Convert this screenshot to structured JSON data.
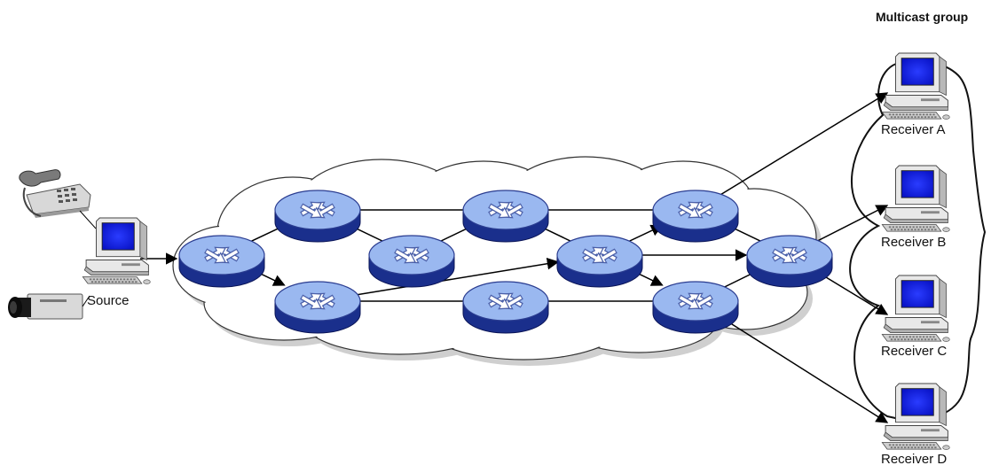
{
  "title": "Multicast group",
  "source_label": "Source",
  "receivers": [
    {
      "id": "A",
      "label": "Receiver A"
    },
    {
      "id": "B",
      "label": "Receiver B"
    },
    {
      "id": "C",
      "label": "Receiver C"
    },
    {
      "id": "D",
      "label": "Receiver D"
    }
  ],
  "colors": {
    "router_top": "#9ab8f0",
    "router_side": "#1a2f8c",
    "router_arrow": "#ffffff",
    "cloud_fill": "#ffffff",
    "cloud_shadow": "#cfcfcf",
    "monitor_screen": "#1020e8",
    "computer_body": "#e8e8e8",
    "line": "#000000"
  },
  "icons": {
    "phone": "telephone-icon",
    "camera": "video-camera-icon",
    "computer": "desktop-computer-icon",
    "router": "router-icon",
    "cloud": "network-cloud"
  }
}
